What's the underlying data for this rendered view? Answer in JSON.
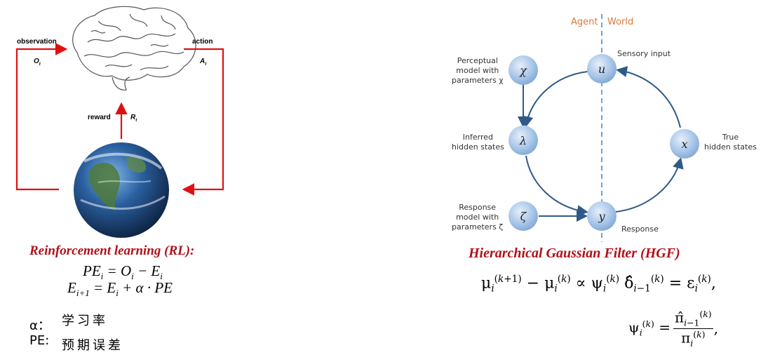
{
  "rl": {
    "observation": "observation",
    "obs_symbol": "O",
    "obs_sub": "t",
    "action": "action",
    "action_symbol": "A",
    "action_sub": "t",
    "reward": "reward",
    "reward_symbol": "R",
    "reward_sub": "t",
    "title": "Reinforcement learning (RL):",
    "eq1": "PE",
    "eq1_rest": " = O",
    "eq1_rest2": " − E",
    "eq2": "E",
    "eq2_rest": " = E",
    "eq2_rest2": " + α · PE",
    "sub_i": "i",
    "sub_i1": "i+1",
    "alpha_label": "α：",
    "alpha_text": "学习率",
    "pe_label": "PE:",
    "pe_text": "预期误差"
  },
  "hgf": {
    "agent": "Agent",
    "world": "World",
    "nodes": {
      "u": "u",
      "chi": "χ",
      "lambda": "λ",
      "x": "x",
      "zeta": "ζ",
      "y": "y"
    },
    "labels": {
      "sensory": "Sensory input",
      "perceptual_1": "Perceptual",
      "perceptual_2": "model with",
      "perceptual_3": "parameters χ",
      "inferred_1": "Inferred",
      "inferred_2": "hidden states",
      "true_1": "True",
      "true_2": "hidden states",
      "response_model_1": "Response",
      "response_model_2": "model with",
      "response_model_3": "parameters ζ",
      "response": "Response"
    },
    "title": "Hierarchical Gaussian Filter (HGF)",
    "eq1": "μ",
    "eq2": "ψ"
  },
  "colors": {
    "red": "#e01010",
    "title_red": "#b0101a",
    "node_blue": "#a9c6e8",
    "edge_blue": "#2f5a88",
    "divider": "#6fa3cf",
    "agent_world": "#d77a3a"
  }
}
